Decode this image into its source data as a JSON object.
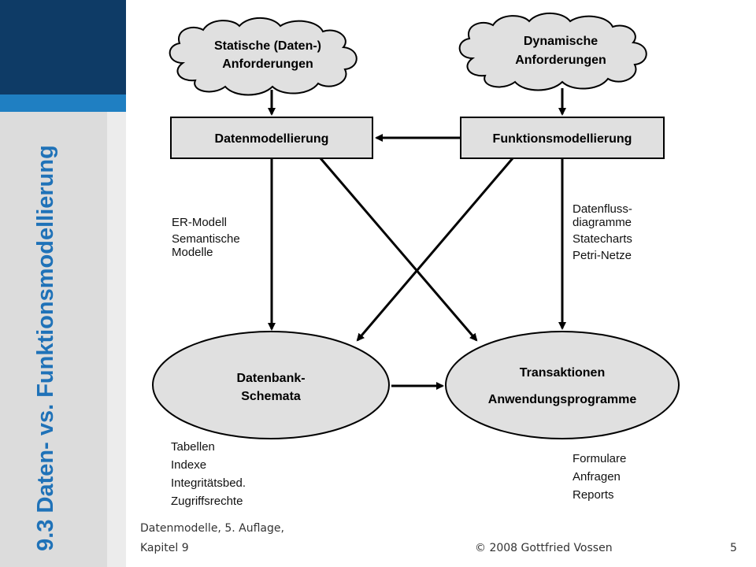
{
  "slide": {
    "section_title": "9.3 Daten- vs. Funktionsmodellierung",
    "page_number": "5",
    "copyright": "© 2008 Gottfried Vossen",
    "source_line1": "Datenmodelle,  5. Auflage,",
    "source_line2": "Kapitel 9"
  },
  "colors": {
    "sidebar_dark": "#0e3b66",
    "sidebar_accent": "#1f7fc2",
    "title_blue": "#1f72b8",
    "node_fill": "#e0e0e0"
  },
  "diagram": {
    "cloud_static": [
      "Statische (Daten-)",
      "Anforderungen"
    ],
    "cloud_dynamic": [
      "Dynamische",
      "Anforderungen"
    ],
    "box_data": "Datenmodellierung",
    "box_function": "Funktionsmodellierung",
    "ellipse_db": [
      "Datenbank-",
      "Schemata"
    ],
    "ellipse_tx": [
      "Transaktionen",
      "Anwendungsprogramme"
    ],
    "data_methods": [
      "ER-Modell",
      "Semantische",
      "Modelle"
    ],
    "function_methods": [
      "Datenfluss-",
      "diagramme",
      "Statecharts",
      "Petri-Netze"
    ],
    "db_items": [
      "Tabellen",
      "Indexe",
      "Integritätsbed.",
      "Zugriffsrechte"
    ],
    "tx_items": [
      "Formulare",
      "Anfragen",
      "Reports"
    ]
  }
}
